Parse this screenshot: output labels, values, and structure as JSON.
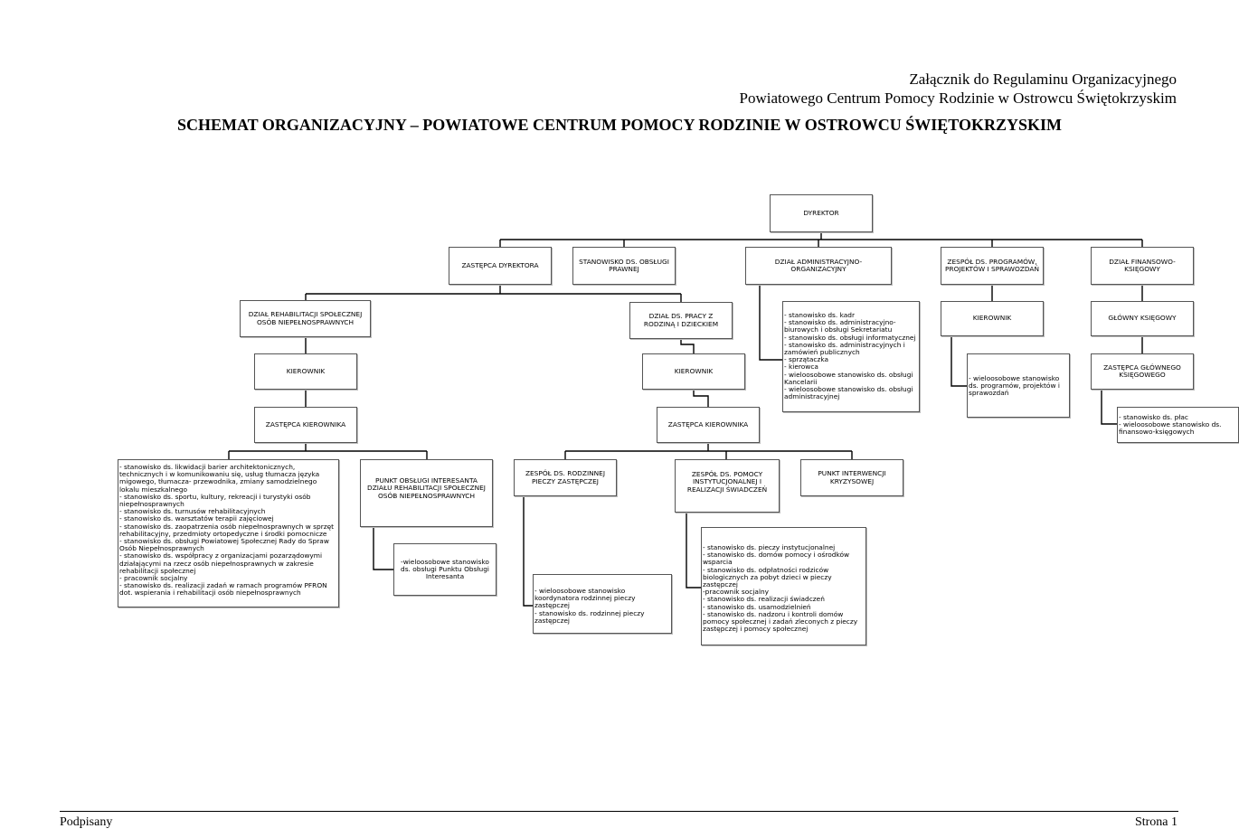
{
  "header": {
    "line1": "Załącznik do Regulaminu Organizacyjnego",
    "line2": "Powiatowego Centrum Pomocy Rodzinie w Ostrowcu Świętokrzyskim"
  },
  "title": "SCHEMAT ORGANIZACYJNY – POWIATOWE CENTRUM POMOCY RODZINIE W OSTROWCU ŚWIĘTOKRZYSKIM",
  "nodes": {
    "dyrektor": "DYREKTOR",
    "zastepca_dyrektora": "ZASTĘPCA DYREKTORA",
    "obslugi_prawnej": "STANOWISKO DS. OBSŁUGI PRAWNEJ",
    "dzial_admin": "DZIAŁ ADMINISTRACYJNO-ORGANIZACYJNY",
    "zespol_programow": "ZESPÓŁ DS. PROGRAMÓW, PROJEKTÓW I SPRAWOZDAŃ",
    "dzial_finans": "DZIAŁ FINANSOWO-KSIĘGOWY",
    "dzial_rehab": "DZIAŁ REHABILITACJI SPOŁECZNEJ OSÓB NIEPEŁNOSPRAWNYCH",
    "dzial_pracy": "DZIAŁ DS. PRACY Z RODZINĄ I DZIECKIEM",
    "kierownik_rehab": "KIEROWNIK",
    "zast_kier_rehab": "ZASTĘPCA KIEROWNIKA",
    "kierownik_pracy": "KIEROWNIK",
    "zast_kier_pracy": "ZASTĘPCA KIEROWNIKA",
    "kierownik_progr": "KIEROWNIK",
    "glowny_ksiegowy": "GŁÓWNY KSIĘGOWY",
    "zast_glownego": "ZASTĘPCA GŁÓWNEGO KSIĘGOWEGO",
    "punkt_obslugi": "PUNKT OBSŁUGI INTERESANTA DZIAŁU REHABILITACJI SPOŁECZNEJ OSÓB NIEPEŁNOSPRAWNYCH",
    "zespol_piecza": "ZESPÓŁ DS. RODZINNEJ PIECZY ZASTĘPCZEJ",
    "zespol_pomocy": "ZESPÓŁ DS. POMOCY INSTYTUCJONALNEJ I REALIZACJI ŚWIADCZEŃ",
    "punkt_interwencji": "PUNKT INTERWENCJI KRYZYSOWEJ"
  },
  "lists": {
    "admin": [
      "- stanowisko ds. kadr",
      "- stanowisko ds. administracyjno-biurowych i obsługi Sekretariatu",
      "- stanowisko ds. obsługi informatycznej",
      "- stanowisko ds. administracyjnych i zamówień publicznych",
      "- sprzątaczka",
      "- kierowca",
      "- wieloosobowe stanowisko ds. obsługi Kancelarii",
      "- wieloosobowe stanowisko ds. obsługi administracyjnej"
    ],
    "programy": [
      "- wieloosobowe stanowisko ds. programów, projektów i sprawozdań"
    ],
    "finanse": [
      "- stanowisko ds. płac",
      "- wieloosobowe stanowisko ds. finansowo-księgowych"
    ],
    "rehab": [
      "- stanowisko ds. likwidacji barier architektonicznych, technicznych i w komunikowaniu się, usług tłumacza języka migowego, tłumacza- przewodnika, zmiany samodzielnego lokalu mieszkalnego",
      "- stanowisko ds. sportu, kultury, rekreacji i turystyki osób niepełnosprawnych",
      "- stanowisko ds. turnusów rehabilitacyjnych",
      "- stanowisko ds. warsztatów terapii zajęciowej",
      "- stanowisko ds. zaopatrzenia osób niepełnosprawnych w sprzęt rehabilitacyjny, przedmioty ortopedyczne i środki pomocnicze",
      "- stanowisko ds. obsługi Powiatowej Społecznej Rady do Spraw Osób Niepełnosprawnych",
      "- stanowisko ds. współpracy z organizacjami pozarządowymi działającymi na rzecz osób niepełnosprawnych w zakresie rehabilitacji społecznej",
      "- pracownik socjalny",
      "- stanowisko ds. realizacji zadań w ramach programów PFRON dot. wspierania i rehabilitacji osób niepełnosprawnych"
    ],
    "punkt": "-wieloosobowe stanowisko ds. obsługi Punktu Obsługi Interesanta",
    "piecza": [
      "- wieloosobowe stanowisko koordynatora rodzinnej pieczy zastępczej",
      "- stanowisko ds. rodzinnej pieczy zastępczej"
    ],
    "pomoc": [
      "- stanowisko ds. pieczy instytucjonalnej",
      "- stanowisko ds. domów pomocy i ośrodków wsparcia",
      "- stanowisko ds. odpłatności rodziców biologicznych za pobyt dzieci w pieczy zastępczej",
      "-pracownik socjalny",
      "- stanowisko ds. realizacji świadczeń",
      "- stanowisko ds. usamodzielnień",
      "- stanowisko ds. nadzoru i kontroli domów pomocy społecznej i zadań zleconych z pieczy zastępczej i pomocy społecznej"
    ]
  },
  "footer": {
    "left": "Podpisany",
    "right": "Strona 1"
  }
}
